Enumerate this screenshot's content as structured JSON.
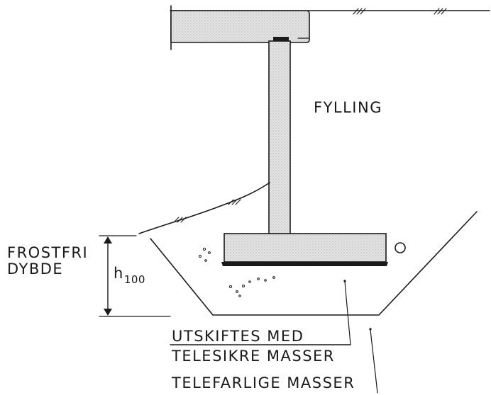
{
  "labels": {
    "fill": "FYLLING",
    "frost_line1": "FROSTFRI",
    "frost_line2": "DYBDE",
    "depth_symbol": "h",
    "depth_subscript": "100",
    "replace_line1": "UTSKIFTES MED",
    "replace_line2": "TELESIKRE MASSER",
    "frost_susceptible": "TELEFARLIGE MASSER"
  },
  "colors": {
    "ink": "#1a1a1a",
    "concrete_fill": "#dedede",
    "background": "#ffffff"
  }
}
